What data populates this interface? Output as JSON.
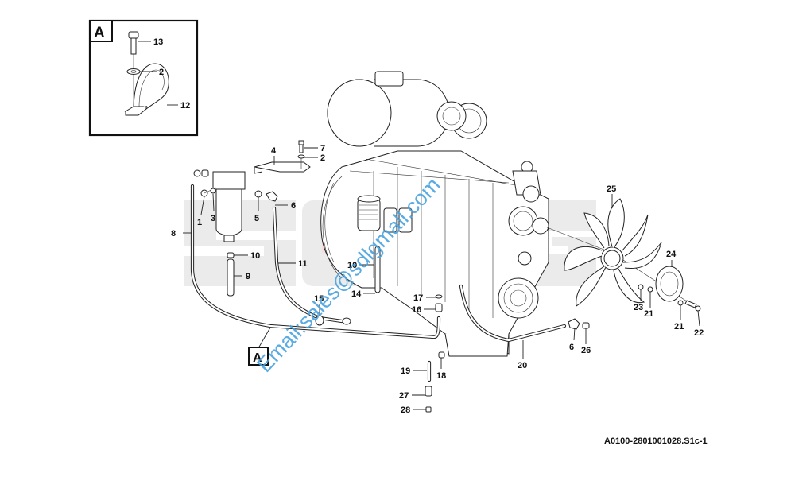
{
  "diagram": {
    "type": "exploded-parts-diagram",
    "subject": "engine fuel lines and cooling fan assembly",
    "figure_reference": "A0100-2801001028.S1c-1",
    "background_logo": "SDLG",
    "watermark": "Email:sales@sdlgmall.com",
    "colors": {
      "line": "#222222",
      "watermark": "#4aa3df",
      "logo_grey": "#ebebeb",
      "logo_red": "#f6dede"
    },
    "detail_view": {
      "label": "A",
      "callouts": [
        "13",
        "2",
        "12"
      ]
    },
    "view_reference_label": "A",
    "callouts": {
      "c1": "1",
      "c2": "2",
      "c3": "3",
      "c4": "4",
      "c5": "5",
      "c6": "6",
      "c7": "7",
      "c8": "8",
      "c9": "9",
      "c10a": "10",
      "c10b": "10",
      "c11": "11",
      "c12": "12",
      "c13": "13",
      "c14": "14",
      "c15": "15",
      "c16": "16",
      "c17": "17",
      "c18": "18",
      "c19": "19",
      "c20": "20",
      "c21a": "21",
      "c21b": "21",
      "c22": "22",
      "c23": "23",
      "c24": "24",
      "c25": "25",
      "c26": "26",
      "c27": "27",
      "c28": "28",
      "c6b": "6",
      "c2b": "2"
    }
  }
}
